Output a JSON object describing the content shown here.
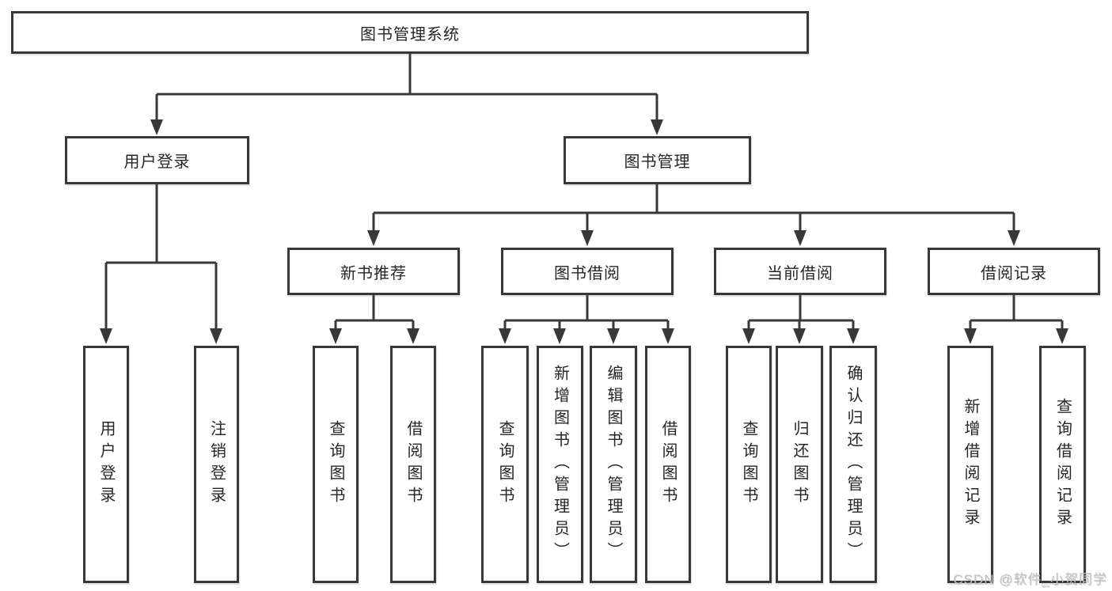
{
  "diagram": {
    "title": "图书管理系统",
    "level2": {
      "user_login": "用户登录",
      "book_management": "图书管理"
    },
    "level3": {
      "new_book_recommend": "新书推荐",
      "book_borrow": "图书借阅",
      "current_borrow": "当前借阅",
      "borrow_record": "借阅记录"
    },
    "leaves": {
      "user_login": [
        "用户登录",
        "注销登录"
      ],
      "new_book_recommend": [
        "查询图书",
        "借阅图书"
      ],
      "book_borrow": [
        "查询图书",
        "新增图书（管理员）",
        "编辑图书（管理员）",
        "借阅图书"
      ],
      "current_borrow": [
        "查询图书",
        "归还图书",
        "确认归还（管理员）"
      ],
      "borrow_record": [
        "新增借阅记录",
        "查询借阅记录"
      ]
    },
    "watermark": "CSDN @软件_小贺同学",
    "colors": {
      "line": "#383838",
      "text": "#262626",
      "box_fill": "#ffffff",
      "background": "#ffffff",
      "watermark": "#c0c0c0"
    }
  }
}
